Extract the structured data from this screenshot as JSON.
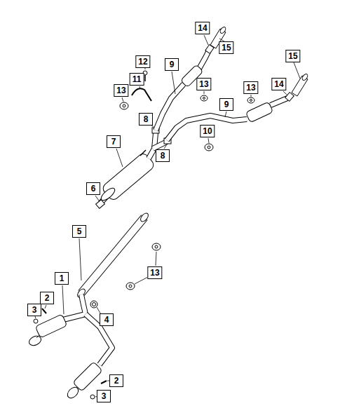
{
  "diagram": {
    "labels": [
      "14",
      "15",
      "15",
      "12",
      "9",
      "11",
      "14",
      "13",
      "13",
      "13",
      "9",
      "8",
      "10",
      "7",
      "8",
      "6",
      "5",
      "13",
      "1",
      "2",
      "3",
      "4",
      "2",
      "3"
    ]
  }
}
